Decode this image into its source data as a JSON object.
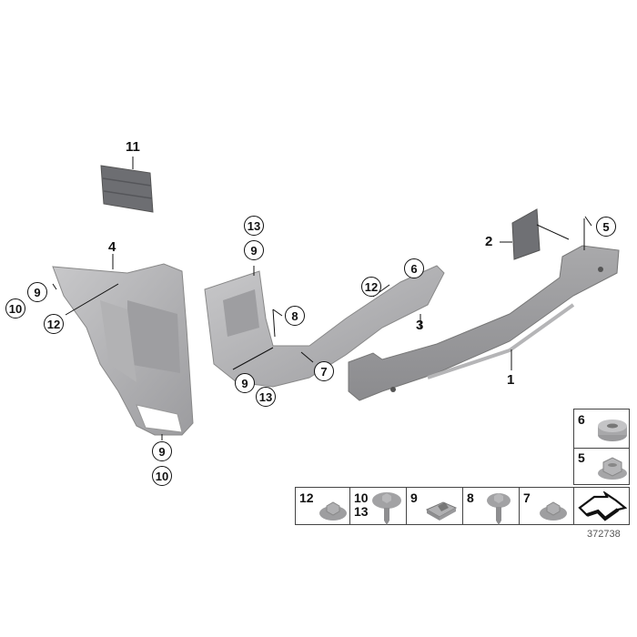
{
  "diagram": {
    "type": "exploded parts diagram",
    "subject": "Rear bumper carrier / reinforcement assembly",
    "reference_number": "372738",
    "callouts": [
      {
        "id": "c1",
        "label": "1",
        "style": "plain"
      },
      {
        "id": "c2",
        "label": "2",
        "style": "plain"
      },
      {
        "id": "c3",
        "label": "3",
        "style": "plain"
      },
      {
        "id": "c4",
        "label": "4",
        "style": "plain"
      },
      {
        "id": "c5",
        "label": "5",
        "style": "circled"
      },
      {
        "id": "c6",
        "label": "6",
        "style": "circled"
      },
      {
        "id": "c7",
        "label": "7",
        "style": "circled"
      },
      {
        "id": "c8",
        "label": "8",
        "style": "circled"
      },
      {
        "id": "c9a",
        "label": "9",
        "style": "circled"
      },
      {
        "id": "c10a",
        "label": "10",
        "style": "circled"
      },
      {
        "id": "c12a",
        "label": "12",
        "style": "circled"
      },
      {
        "id": "c9b",
        "label": "9",
        "style": "circled"
      },
      {
        "id": "c10b",
        "label": "10",
        "style": "circled"
      },
      {
        "id": "c11",
        "label": "11",
        "style": "plain"
      },
      {
        "id": "c13a",
        "label": "13",
        "style": "circled"
      },
      {
        "id": "c9c",
        "label": "9",
        "style": "circled"
      },
      {
        "id": "c9d",
        "label": "9",
        "style": "circled"
      },
      {
        "id": "c13b",
        "label": "13",
        "style": "circled"
      },
      {
        "id": "c12b",
        "label": "12",
        "style": "circled"
      }
    ],
    "fastener_legend": {
      "side_cells": [
        {
          "label": "6",
          "part": "spacer-bushing"
        },
        {
          "label": "5",
          "part": "flange-hex-nut"
        }
      ],
      "bottom_cells": [
        {
          "label": "12",
          "part": "hex-collar-nut"
        },
        {
          "label": "10\n13",
          "part": "self-tapping-screw-large-washer"
        },
        {
          "label": "9",
          "part": "sheet-metal-clip-nut"
        },
        {
          "label": "8",
          "part": "self-tapping-screw"
        },
        {
          "label": "7",
          "part": "hex-collar-nut"
        },
        {
          "label": "",
          "part": "vehicle-direction-arrow"
        }
      ]
    }
  }
}
